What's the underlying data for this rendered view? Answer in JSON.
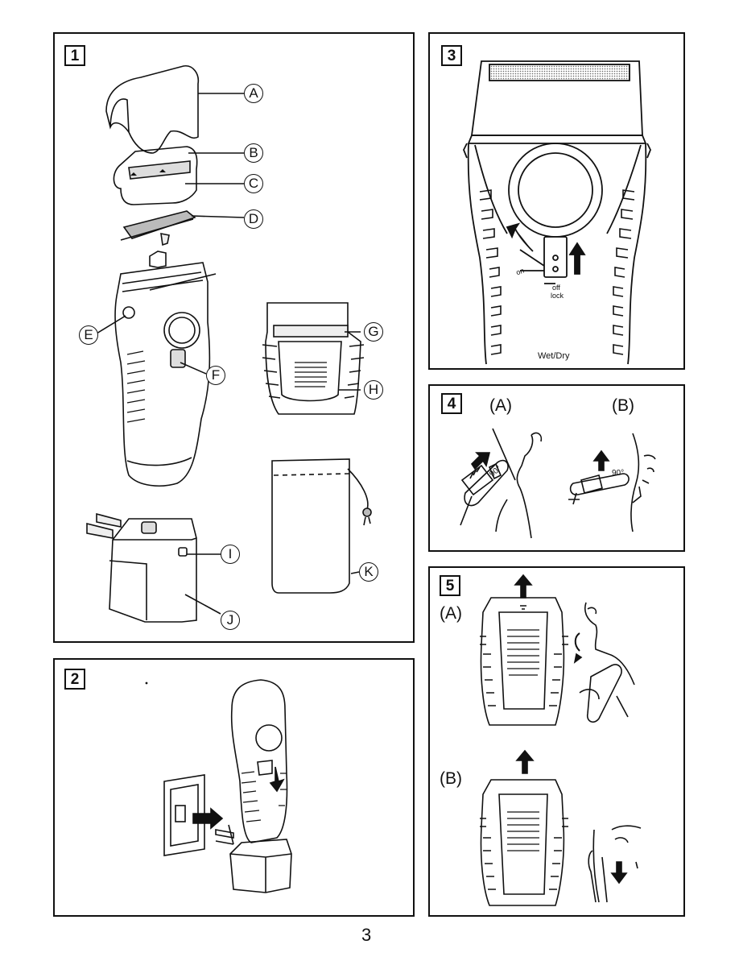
{
  "panels": {
    "p1": {
      "number": "1"
    },
    "p2": {
      "number": "2"
    },
    "p3": {
      "number": "3",
      "wetdry": "Wet/Dry",
      "sw_on": "on",
      "sw_off": "off",
      "sw_lock": "lock"
    },
    "p4": {
      "number": "4",
      "label_a": "(A)",
      "label_b": "(B)",
      "angle_a": "90°",
      "angle_b": "90°"
    },
    "p5": {
      "number": "5",
      "label_a": "(A)",
      "label_b": "(B)"
    }
  },
  "callouts": {
    "A": "A",
    "B": "B",
    "C": "C",
    "D": "D",
    "E": "E",
    "F": "F",
    "G": "G",
    "H": "H",
    "I": "I",
    "J": "J",
    "K": "K"
  },
  "page_number": "3"
}
